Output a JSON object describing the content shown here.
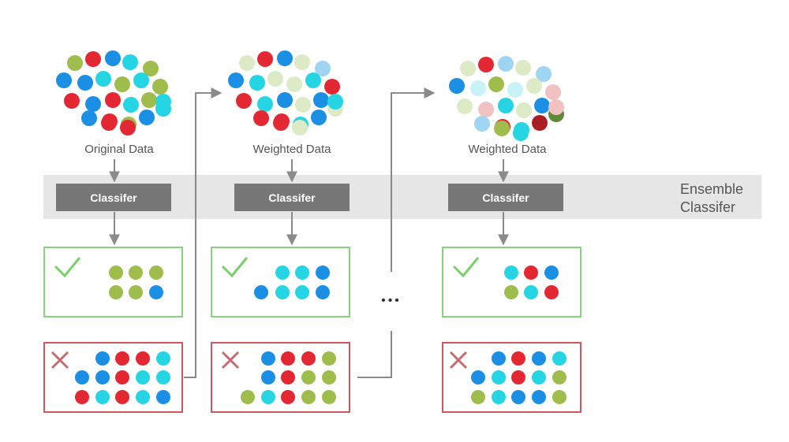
{
  "colors": {
    "green": "#9ebd4d",
    "red": "#e32733",
    "blue": "#1a8fe3",
    "cyan": "#26d5e3",
    "paleGreen": "#dcebc5",
    "paleBlue": "#9fd4f3",
    "paleCyan": "#c8f2f5",
    "paleRed": "#f2c2c2",
    "darkGreen": "#5f8a3a",
    "darkRed": "#a81e24",
    "check": "#7bcf6b",
    "cross": "#c96a6f",
    "correctBorder": "#86d27d",
    "wrongBorder": "#c9595f",
    "bandFill": "#e6e6e6",
    "classifierFill": "#777777",
    "arrow": "#8a8a8a",
    "text": "#555555"
  },
  "stages": [
    {
      "dataLabel": "Original Data",
      "classifierLabel": "Classifer",
      "cluster": [
        "green",
        "red",
        "blue",
        "cyan",
        "green",
        "blue",
        "blue",
        "cyan",
        "green",
        "cyan",
        "green",
        "red",
        "blue",
        "red",
        "cyan",
        "green",
        "cyan",
        "blue",
        "red",
        "green",
        "blue",
        "cyan",
        "red",
        "red"
      ],
      "correct": [
        "green",
        "green",
        "green",
        "green",
        "green",
        "blue"
      ],
      "wrong": [
        "blue",
        "red",
        "red",
        "cyan",
        "blue",
        "blue",
        "red",
        "cyan",
        "cyan",
        "red",
        "cyan",
        "red",
        "cyan",
        "blue"
      ],
      "correctIcon": "check-icon",
      "wrongIcon": "cross-icon"
    },
    {
      "dataLabel": "Weighted Data",
      "classifierLabel": "Classifer",
      "cluster": [
        "paleGreen",
        "red",
        "blue",
        "paleGreen",
        "paleBlue",
        "blue",
        "cyan",
        "paleGreen",
        "paleGreen",
        "cyan",
        "red",
        "red",
        "cyan",
        "blue",
        "paleGreen",
        "blue",
        "paleGreen",
        "red",
        "red",
        "cyan",
        "blue",
        "cyan",
        "paleGreen",
        "red"
      ],
      "correct": [
        "cyan",
        "cyan",
        "blue",
        "blue",
        "cyan",
        "cyan",
        "blue"
      ],
      "wrong": [
        "blue",
        "red",
        "red",
        "green",
        "blue",
        "red",
        "green",
        "green",
        "green",
        "cyan",
        "red",
        "green",
        "green"
      ],
      "correctIcon": "check-icon",
      "wrongIcon": "cross-icon"
    },
    {
      "dataLabel": "Weighted Data",
      "classifierLabel": "Classifer",
      "cluster": [
        "paleGreen",
        "red",
        "paleBlue",
        "paleGreen",
        "paleBlue",
        "blue",
        "paleCyan",
        "green",
        "paleCyan",
        "paleGreen",
        "paleRed",
        "paleGreen",
        "paleRed",
        "cyan",
        "paleGreen",
        "blue",
        "darkGreen",
        "paleBlue",
        "red",
        "cyan",
        "darkRed",
        "paleRed",
        "cyan",
        "green"
      ],
      "correct": [
        "cyan",
        "red",
        "blue",
        "green",
        "cyan",
        "red"
      ],
      "wrong": [
        "blue",
        "red",
        "blue",
        "cyan",
        "blue",
        "cyan",
        "red",
        "cyan",
        "green",
        "green",
        "cyan",
        "blue",
        "blue",
        "green"
      ],
      "correctIcon": "check-icon",
      "wrongIcon": "cross-icon"
    }
  ],
  "ellipsis": "•••",
  "ensemble": {
    "line1": "Ensemble",
    "line2": "Classifer"
  }
}
